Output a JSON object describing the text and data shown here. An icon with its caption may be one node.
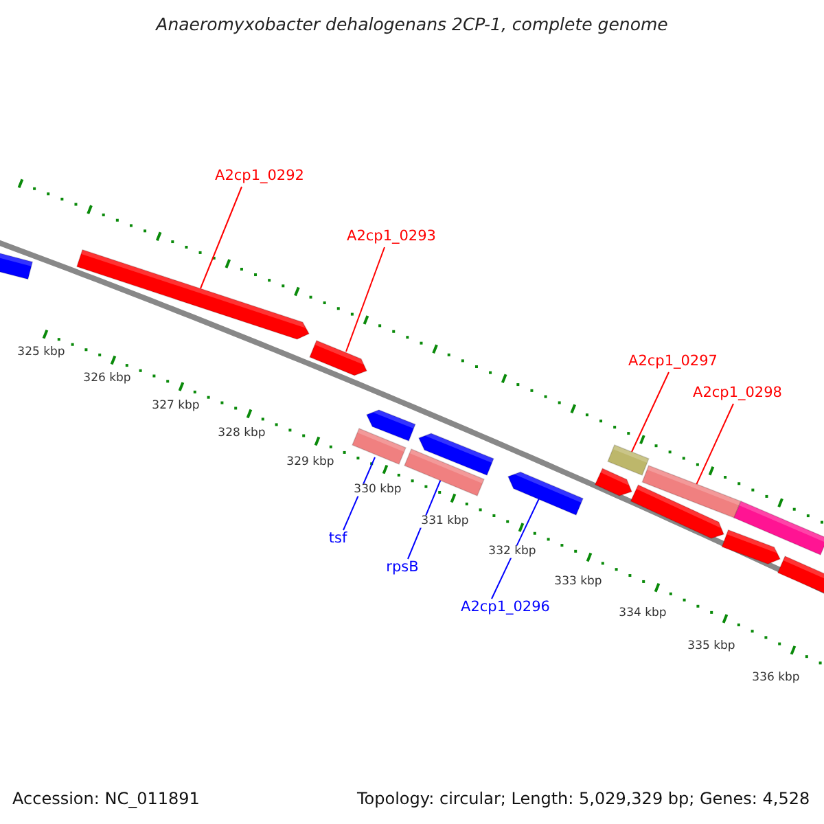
{
  "diagram": {
    "title": "Anaeromyxobacter dehalogenans 2CP-1, complete genome",
    "nodes": [
      {
        "text": [
          "A2cp1_0292"
        ]
      },
      {
        "text": [
          "A2cp1_0293"
        ]
      },
      {
        "text": [
          "A2cp1_0297"
        ]
      },
      {
        "text": [
          "A2cp1_0298"
        ]
      },
      {
        "text": [],
        "shape": "bar"
      },
      {
        "text": [],
        "shape": "bar"
      },
      {
        "text": [],
        "shape": "bar"
      },
      {
        "text": [],
        "shape": "bar"
      },
      {
        "text": [],
        "shape": "bar"
      },
      {
        "text": [],
        "shape": "bar"
      },
      {
        "text": [],
        "shape": "bar"
      },
      {
        "text": [],
        "shape": "bar"
      },
      {
        "text": [],
        "shape": "bar"
      },
      {
        "text": [],
        "shape": "bar"
      },
      {
        "text": [],
        "shape": "bar"
      },
      {
        "text": [],
        "shape": "bar"
      },
      {
        "text": [],
        "shape": "bar"
      },
      {
        "text": [],
        "shape": "bar"
      },
      {
        "text": [],
        "shape": "bar"
      },
      {
        "text": [
          "tsf"
        ]
      },
      {
        "text": [
          "rpsB"
        ]
      },
      {
        "text": [
          "A2cp1_0296"
        ]
      }
    ],
    "edges": [
      {
        "from": 0,
        "to": 5,
        "arrow": "none"
      },
      {
        "from": 1,
        "to": 6,
        "arrow": "none"
      },
      {
        "from": 2,
        "to": 12,
        "arrow": "none"
      },
      {
        "from": 3,
        "to": 14,
        "arrow": "none"
      },
      {
        "from": 19,
        "to": 8,
        "arrow": "none",
        "color": "#0000ff"
      },
      {
        "from": 20,
        "to": 10,
        "arrow": "none",
        "color": "#0000ff"
      },
      {
        "from": 21,
        "to": 11,
        "arrow": "none",
        "color": "#0000ff"
      }
    ],
    "labels": [
      "325 kbp",
      "326 kbp",
      "327 kbp",
      "328 kbp",
      "329 kbp",
      "330 kbp",
      "331 kbp",
      "332 kbp",
      "333 kbp",
      "334 kbp",
      "335 kbp",
      "336 kbp",
      "Accession: NC_011891",
      "Topology: circular; Length: 5,029,329 bp; Genes: 4,528"
    ]
  }
}
